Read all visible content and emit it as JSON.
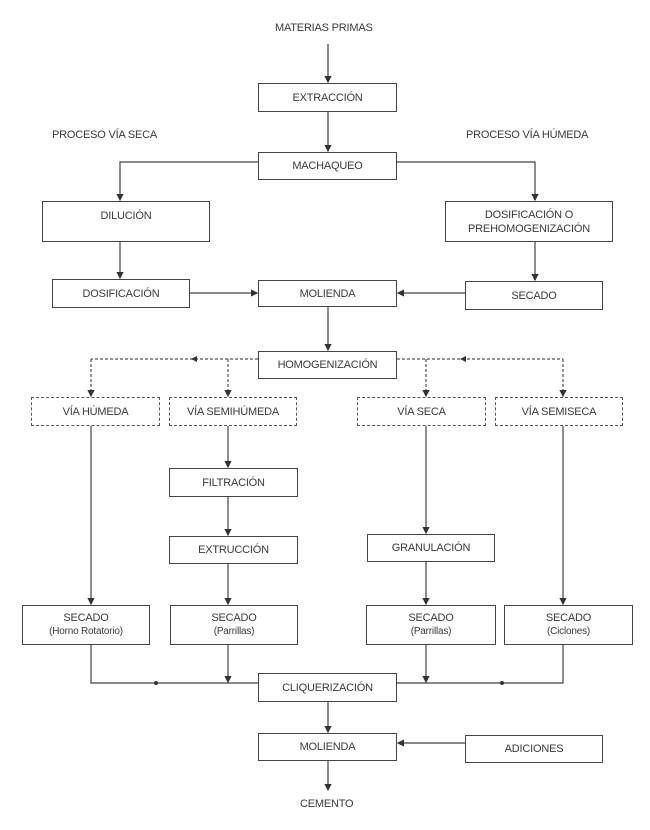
{
  "diagram": {
    "start": "MATERIAS PRIMAS",
    "end": "CEMENTO",
    "left_process_label": "PROCESO VÍA  SECA",
    "right_process_label": "PROCESO VÍA  HÚMEDA",
    "nodes": {
      "extraccion": "EXTRACCIÓN",
      "machaqueo": "MACHAQUEO",
      "dilucion": "DILUCIÓN",
      "dosificacion_prehom_line1": "DOSIFICACIÓN O",
      "dosificacion_prehom_line2": "PREHOMOGENIZACIÓN",
      "dosificacion": "DOSIFICACIÓN",
      "molienda": "MOLIENDA",
      "secado_top": "SECADO",
      "homogenizacion": "HOMOGENIZACIÓN",
      "via_humeda": "VÍA HÚMEDA",
      "via_semihumeda": "VÍA SEMIHÚMEDA",
      "via_seca": "VÍA SECA",
      "via_semiseca": "VÍA SEMISECA",
      "filtracion": "FILTRACIÓN",
      "extruccion": "EXTRUCCIÓN",
      "granulacion": "GRANULACIÓN",
      "secado_1": "SECADO",
      "secado_1_sub": "(Horno Rotatorio)",
      "secado_2": "SECADO",
      "secado_2_sub": "(Parrillas)",
      "secado_3": "SECADO",
      "secado_3_sub": "(Parrillas)",
      "secado_4": "SECADO",
      "secado_4_sub": "(Ciclones)",
      "cliquerizacion": "CLIQUERIZACIÓN",
      "molienda_final": "MOLIENDA",
      "adiciones": "ADICIONES"
    }
  }
}
